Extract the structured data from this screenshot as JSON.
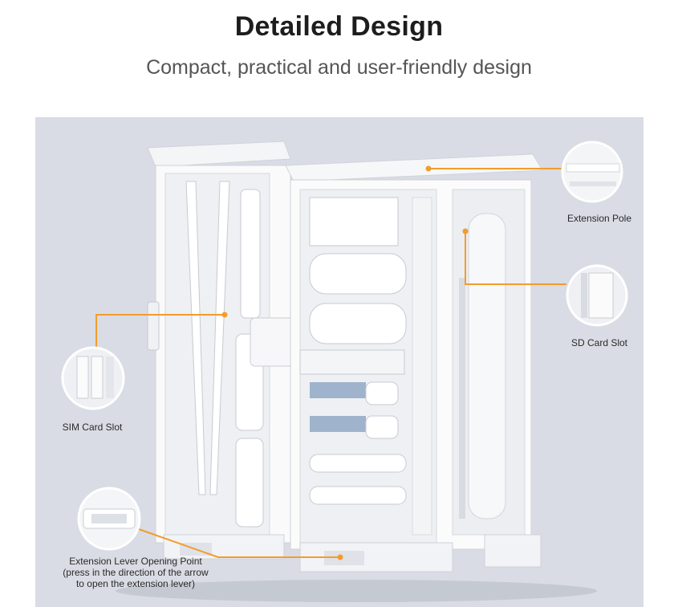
{
  "header": {
    "title": "Detailed Design",
    "subtitle": "Compact, practical and user-friendly design"
  },
  "callouts": {
    "extension_pole": "Extension Pole",
    "sd_card_slot": "SD Card Slot",
    "sim_card_slot": "SIM Card Slot",
    "lever_line1": "Extension Lever Opening Point",
    "lever_line2": "(press in the direction of the arrow",
    "lever_line3": "to open the extension lever)"
  },
  "colors": {
    "accent": "#f39c2b",
    "background_panel": "#d9dce4",
    "product": "#ffffff"
  }
}
